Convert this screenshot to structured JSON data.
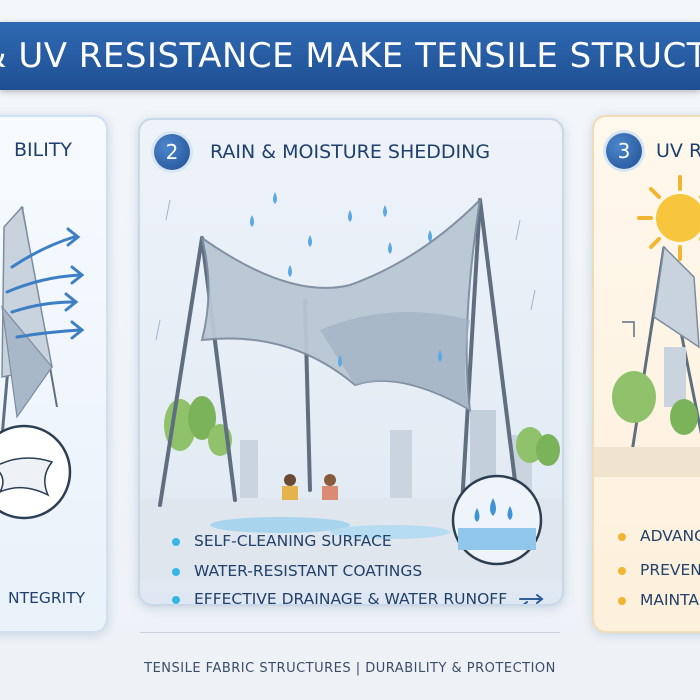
{
  "banner": {
    "title": "& UV RESISTANCE MAKE TENSILE STRUCTU"
  },
  "cards": [
    {
      "heading": "BILITY",
      "bullets": [
        "NTEGRITY"
      ]
    },
    {
      "number": "2",
      "heading": "RAIN & MOISTURE SHEDDING",
      "bullets": [
        "SELF-CLEANING SURFACE",
        "WATER-RESISTANT COATINGS",
        "EFFECTIVE DRAINAGE & WATER RUNOFF"
      ]
    },
    {
      "number": "3",
      "heading": "UV R",
      "bullets": [
        "ADVANC",
        "PREVEN",
        "MAINTA"
      ]
    }
  ],
  "footer": "TENSILE FABRIC STRUCTURES | DURABILITY & PROTECTION",
  "colors": {
    "banner": "#2560a6",
    "rain_accent": "#37b6e6",
    "uv_accent": "#f2b531",
    "text": "#1f3f6d"
  },
  "icons": [
    "wind-arrows-icon",
    "water-drop-icon",
    "sun-icon",
    "sync-arrows-icon"
  ]
}
